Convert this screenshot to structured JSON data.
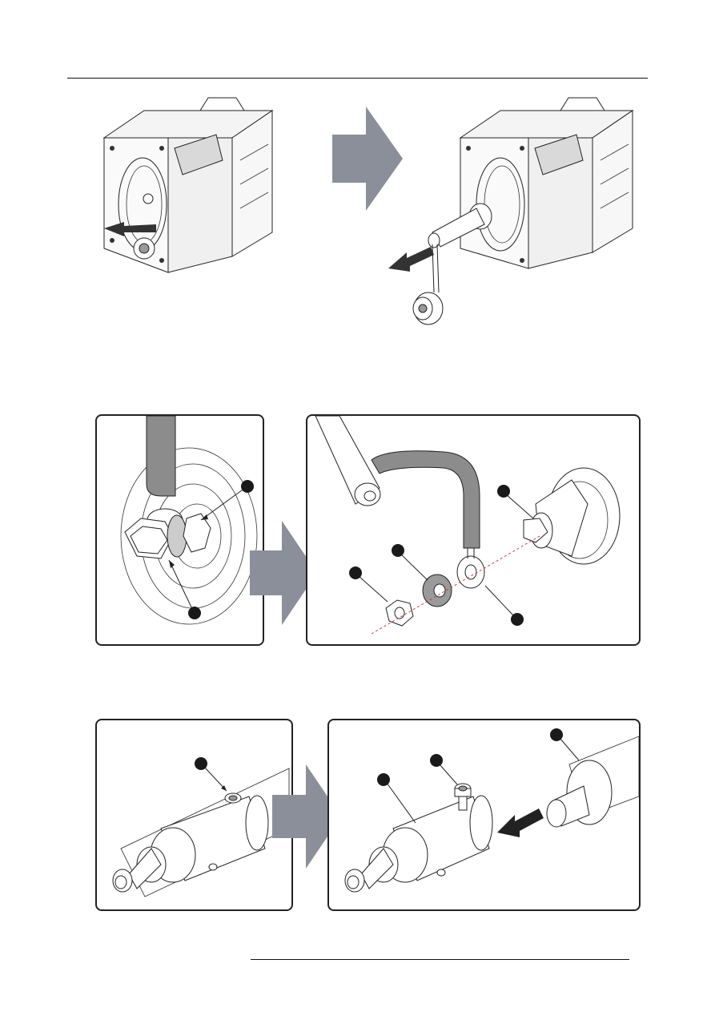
{
  "page": {
    "header_rule": true,
    "footer_rule": true
  },
  "figures": {
    "top_left_projector": {
      "icon": "projector-lamp-house-icon"
    },
    "top_arrow": {
      "icon": "big-right-arrow-icon"
    },
    "top_right_projector": {
      "icon": "projector-lamp-removed-icon"
    },
    "middle_left": {
      "icon": "terminal-nut-closeup-icon",
      "callouts": 2
    },
    "middle_right": {
      "icon": "terminal-exploded-view-icon",
      "callouts": 4
    },
    "bottom_left": {
      "icon": "lamp-holder-screw-icon",
      "callouts": 1
    },
    "bottom_right": {
      "icon": "lamp-holder-slide-off-icon",
      "callouts": 3
    }
  },
  "colors": {
    "arrow_gray": "#8a8f99",
    "cable_gray": "#8c8c8c",
    "line": "#222222",
    "callout": "#1a1a1a",
    "dashed_axis": "#d23c3c"
  }
}
